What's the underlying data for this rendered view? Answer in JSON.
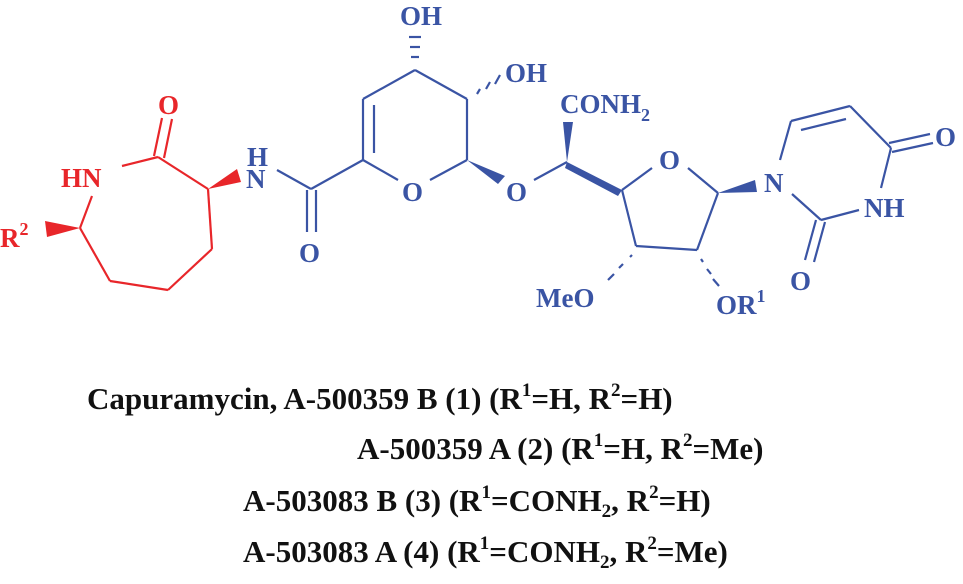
{
  "diagram": {
    "type": "chemical-structure",
    "colors": {
      "azepane_fragment": "#e8262a",
      "core_fragment": "#3a54a4",
      "caption_text": "#111111"
    },
    "atoms": {
      "lactam_O": "O",
      "lactam_NH": "HN",
      "R2": "R",
      "R2_sup": "2",
      "amide_H": "H",
      "amide_N": "N",
      "amide_O": "O",
      "ring_O": "O",
      "OH_top": "OH",
      "OH_mid": "OH",
      "glyco_O": "O",
      "conh2_main": "CONH",
      "conh2_sub": "2",
      "furan_O": "O",
      "meo": "MeO",
      "or1_main": "OR",
      "or1_sup": "1",
      "uracil_N": "N",
      "uracil_NH": "NH",
      "uracil_O_top": "O",
      "uracil_O_bottom": "O"
    }
  },
  "captions": [
    {
      "prefix": "Capuramycin, A-500359 B (1) (R",
      "r1sup": "1",
      "mid": "=H, R",
      "r2sup": "2",
      "suffix": "=H)"
    },
    {
      "prefix": "A-500359 A (2) (R",
      "r1sup": "1",
      "mid": "=H, R",
      "r2sup": "2",
      "suffix": "=Me)"
    },
    {
      "prefix": "A-503083 B (3) (R",
      "r1sup": "1",
      "mid": "=CONH",
      "sub": "2",
      "mid2": ", R",
      "r2sup": "2",
      "suffix": "=H)"
    },
    {
      "prefix": "A-503083 A (4) (R",
      "r1sup": "1",
      "mid": "=CONH",
      "sub": "2",
      "mid2": ", R",
      "r2sup": "2",
      "suffix": "=Me)"
    }
  ]
}
